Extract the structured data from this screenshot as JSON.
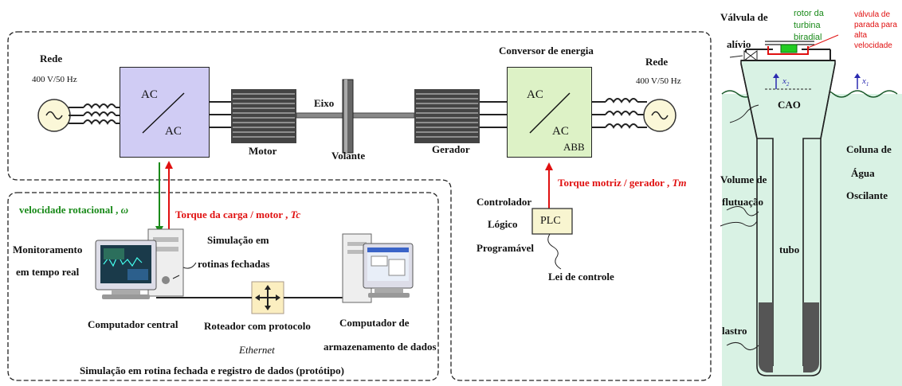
{
  "grid": {
    "left_label": "Rede",
    "left_spec": "400 V/50 Hz",
    "right_label": "Rede",
    "right_spec": "400 V/50 Hz"
  },
  "converter_left": {
    "top": "AC",
    "bottom": "AC"
  },
  "converter_right": {
    "title": "Conversor de energia",
    "top": "AC",
    "bottom": "AC",
    "brand": "ABB"
  },
  "drivetrain": {
    "shaft": "Eixo",
    "motor": "Motor",
    "flywheel": "Volante",
    "generator": "Gerador"
  },
  "signals": {
    "speed": "velocidade rotacional ,",
    "speed_symbol": "ω",
    "load_torque": "Torque da carga / motor ,",
    "load_torque_symbol": "Tc",
    "drive_torque": "Torque motriz / gerador ,",
    "drive_torque_symbol": "Tm"
  },
  "plc": {
    "line1": "Controlador",
    "line2": "Lógico",
    "line3": "Programável",
    "box": "PLC",
    "law": "Lei de controle"
  },
  "lab": {
    "monitoring_1": "Monitoramento",
    "monitoring_2": "em tempo real",
    "sim_1": "Simulação em",
    "sim_2": "rotinas fechadas",
    "central_pc": "Computador central",
    "router": "Roteador com protocolo",
    "ethernet": "Ethernet",
    "storage_1": "Computador de",
    "storage_2": "armazenamento de dados",
    "caption": "Simulação em rotina fechada e registro de dados (protótipo)"
  },
  "buoy": {
    "relief_valve_1": "Válvula de",
    "relief_valve_2": "alívio",
    "rotor": "rotor da turbina biradial",
    "stop_valve": "válvula de parada para alta velocidade",
    "x2": "x",
    "x2_sub": "2",
    "x1": "x",
    "x1_sub": "1",
    "chamber": "CAO",
    "owc_1": "Coluna de",
    "owc_2": "Água",
    "owc_3": "Oscilante",
    "float_1": "Volume de",
    "float_2": "flutuação",
    "tube": "tubo",
    "ballast": "lastro"
  },
  "colors": {
    "red": "#e01010",
    "green": "#1a8a1a",
    "converter_left": "#d0ccf4",
    "converter_right": "#ddf2c6",
    "water": "#d9f2e4"
  }
}
